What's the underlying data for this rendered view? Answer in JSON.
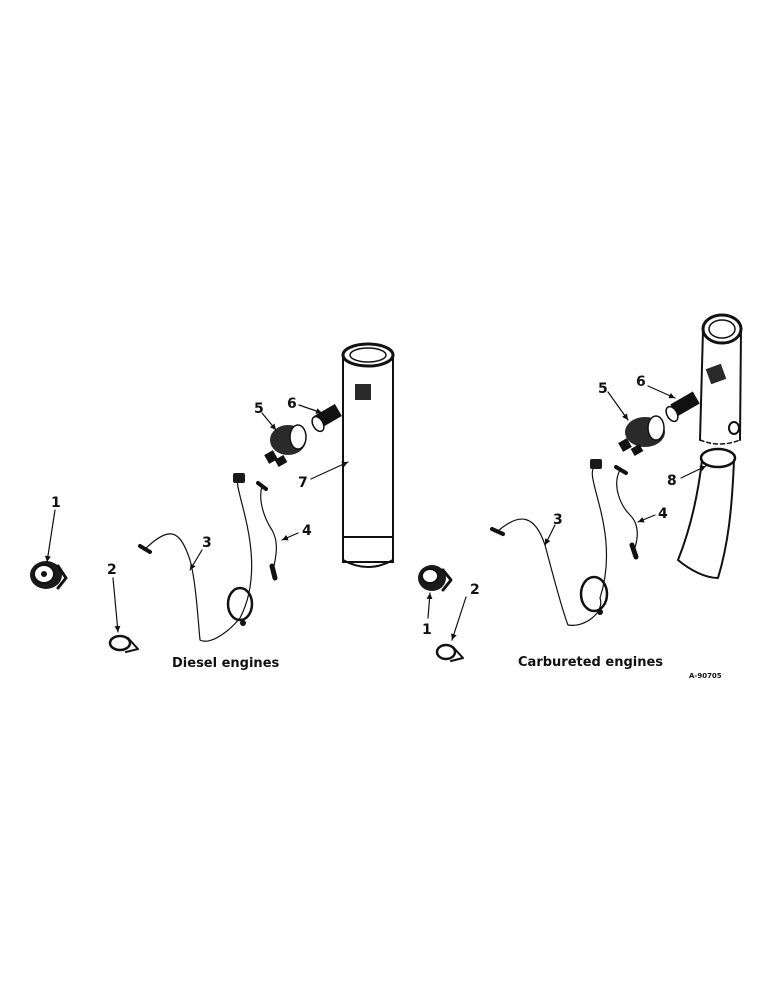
{
  "panels": {
    "diesel": {
      "caption": "Diesel engines",
      "callouts": [
        "1",
        "2",
        "3",
        "4",
        "5",
        "6",
        "7"
      ]
    },
    "carbureted": {
      "caption": "Carbureted engines",
      "callouts": [
        "1",
        "2",
        "3",
        "4",
        "5",
        "6",
        "8"
      ]
    }
  },
  "drawing_code": "A-90705"
}
